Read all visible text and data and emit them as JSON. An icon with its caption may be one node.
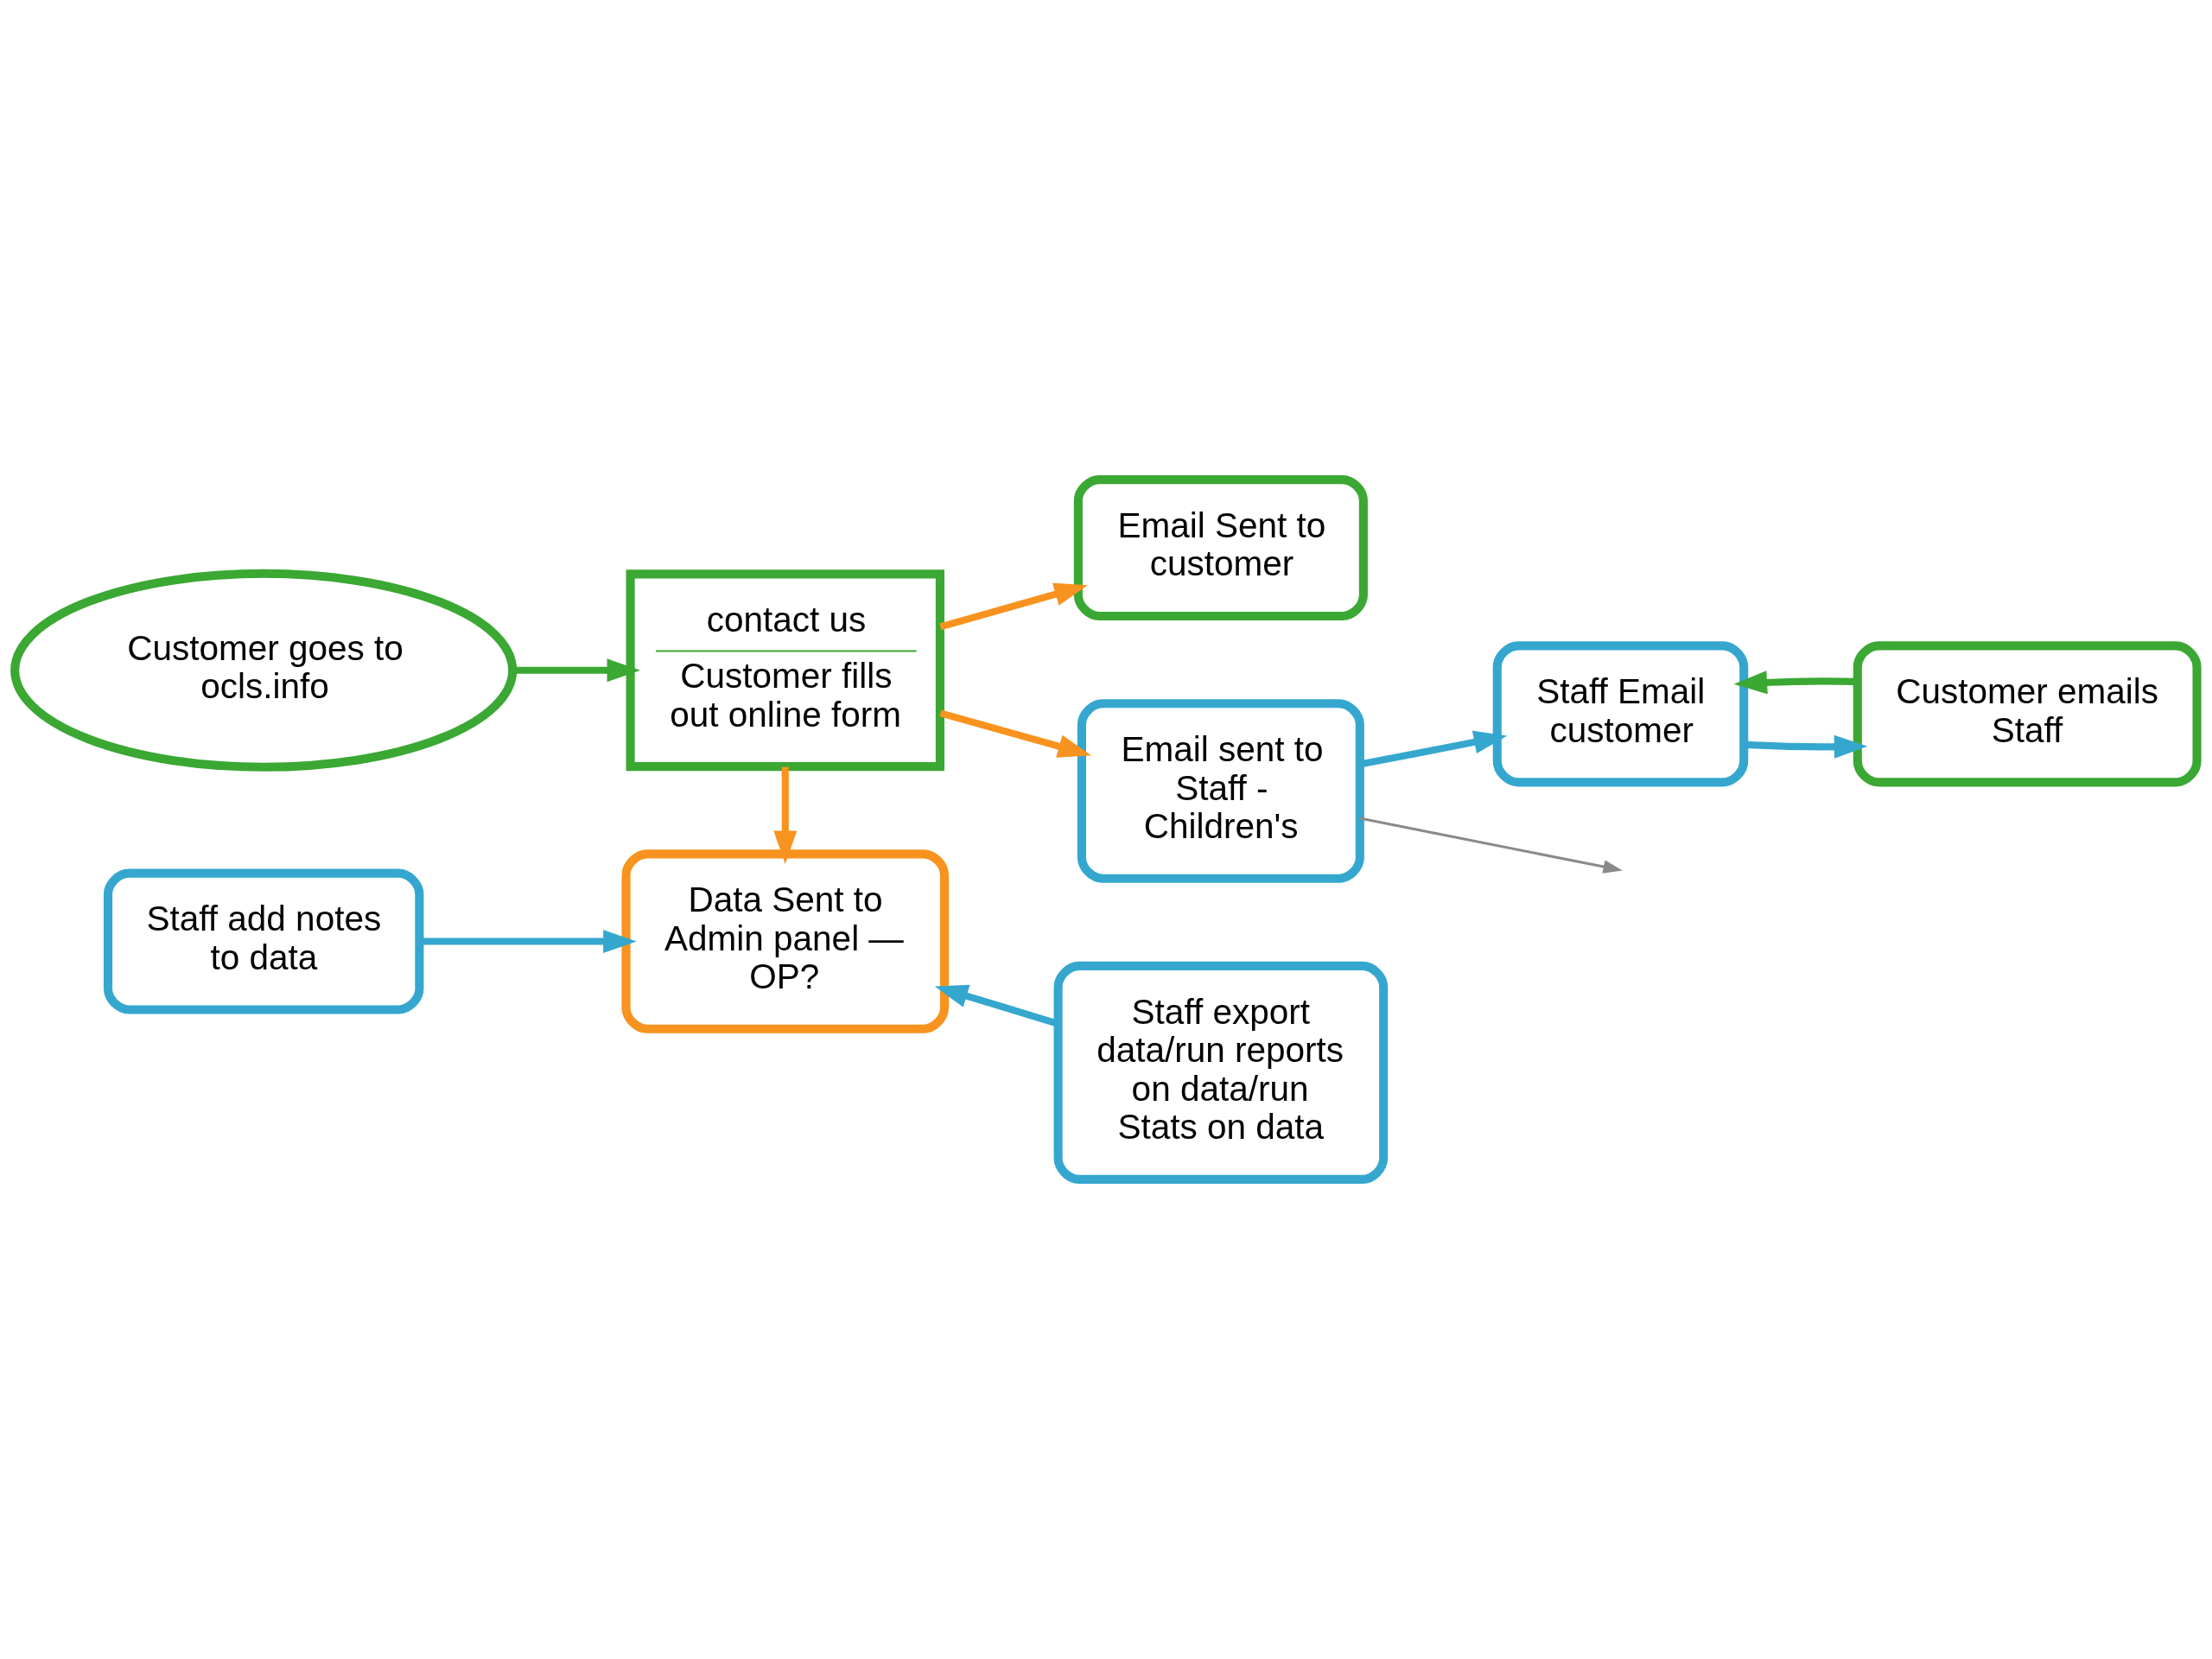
{
  "diagram": {
    "nodes": [
      {
        "text": [
          "Customer goes to ocls.info"
        ]
      },
      {
        "text": [
          "contact us",
          "Customer fills out online form"
        ]
      },
      {
        "text": [
          "Email Sent to customer"
        ]
      },
      {
        "text": [
          "Email sent to Staff - Children's"
        ]
      },
      {
        "text": [
          "Staff Email customer"
        ]
      },
      {
        "text": [
          "Customer emails Staff"
        ]
      },
      {
        "text": [
          "Data Sent to Admin panel — OP?"
        ]
      },
      {
        "text": [
          "Staff export data/run reports on data/run Stats on data"
        ]
      },
      {
        "text": [
          "Staff add notes to data"
        ]
      }
    ],
    "edges": [
      {
        "from": 0,
        "to": 1,
        "arrow": "to",
        "color": "#3aa832"
      },
      {
        "from": 1,
        "to": 2,
        "arrow": "to",
        "color": "#f7931e"
      },
      {
        "from": 1,
        "to": 3,
        "arrow": "to",
        "color": "#f7931e"
      },
      {
        "from": 1,
        "to": 6,
        "arrow": "to",
        "color": "#f7931e"
      },
      {
        "from": 3,
        "to": 4,
        "arrow": "to"
      },
      {
        "from": 4,
        "to": 5,
        "arrow": "to"
      },
      {
        "from": 5,
        "to": 4,
        "arrow": "to",
        "color": "#3aa832"
      },
      {
        "from": 7,
        "to": 6,
        "arrow": "to"
      },
      {
        "from": 8,
        "to": 6,
        "arrow": "to"
      },
      {
        "from": 3,
        "to": null,
        "arrow": "to",
        "color": "#8a8a8a"
      }
    ]
  }
}
